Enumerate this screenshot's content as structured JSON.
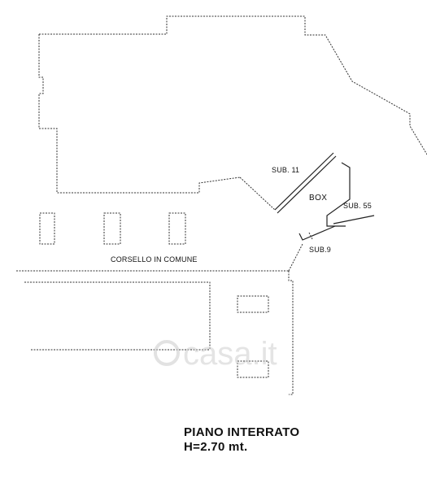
{
  "labels": {
    "sub11": "SUB. 11",
    "box": "BOX",
    "sub55": "SUB. 55",
    "sub9": "SUB.9",
    "corridor": "CORSELLO IN COMUNE"
  },
  "title": {
    "line1": "PIANO INTERRATO",
    "line2": "H=2.70 mt."
  },
  "watermark": "casa.it"
}
